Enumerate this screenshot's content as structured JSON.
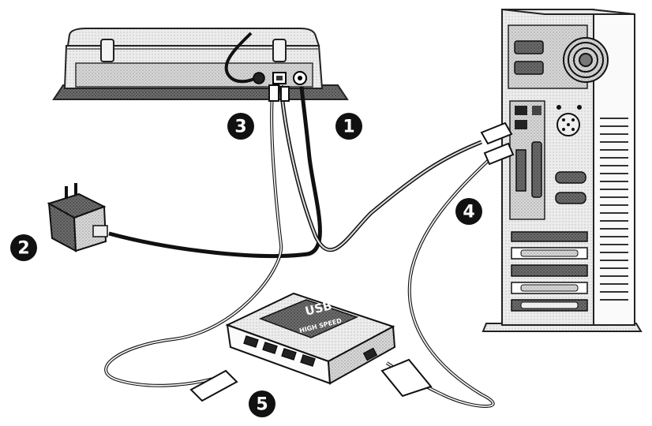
{
  "diagram": {
    "callouts": [
      {
        "id": "1",
        "label": "1"
      },
      {
        "id": "2",
        "label": "2"
      },
      {
        "id": "3",
        "label": "3"
      },
      {
        "id": "4",
        "label": "4"
      },
      {
        "id": "5",
        "label": "5"
      }
    ],
    "hub_logo": "USB",
    "hub_text": "HIGH SPEED"
  }
}
